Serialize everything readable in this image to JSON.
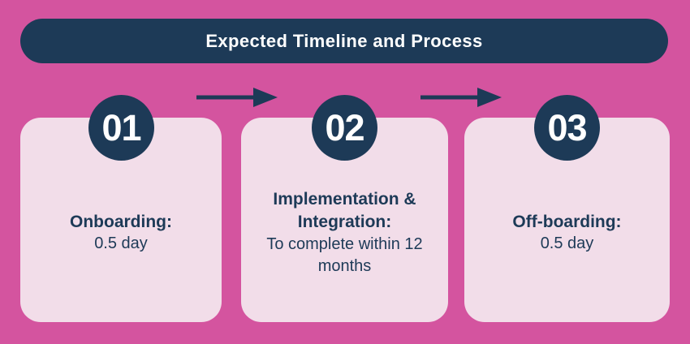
{
  "colors": {
    "background_pink": "#d4549f",
    "card_pink": "#f2dde9",
    "navy": "#1d3a57",
    "title_text": "#ffffff"
  },
  "banner": {
    "title": "Expected Timeline and Process"
  },
  "steps": [
    {
      "number": "01",
      "heading": "Onboarding:",
      "detail": "0.5 day"
    },
    {
      "number": "02",
      "heading": "Implementation & Integration:",
      "detail": "To complete within 12 months"
    },
    {
      "number": "03",
      "heading": "Off-boarding:",
      "detail": "0.5 day"
    }
  ],
  "icons": {
    "between_steps": "arrow-right"
  }
}
